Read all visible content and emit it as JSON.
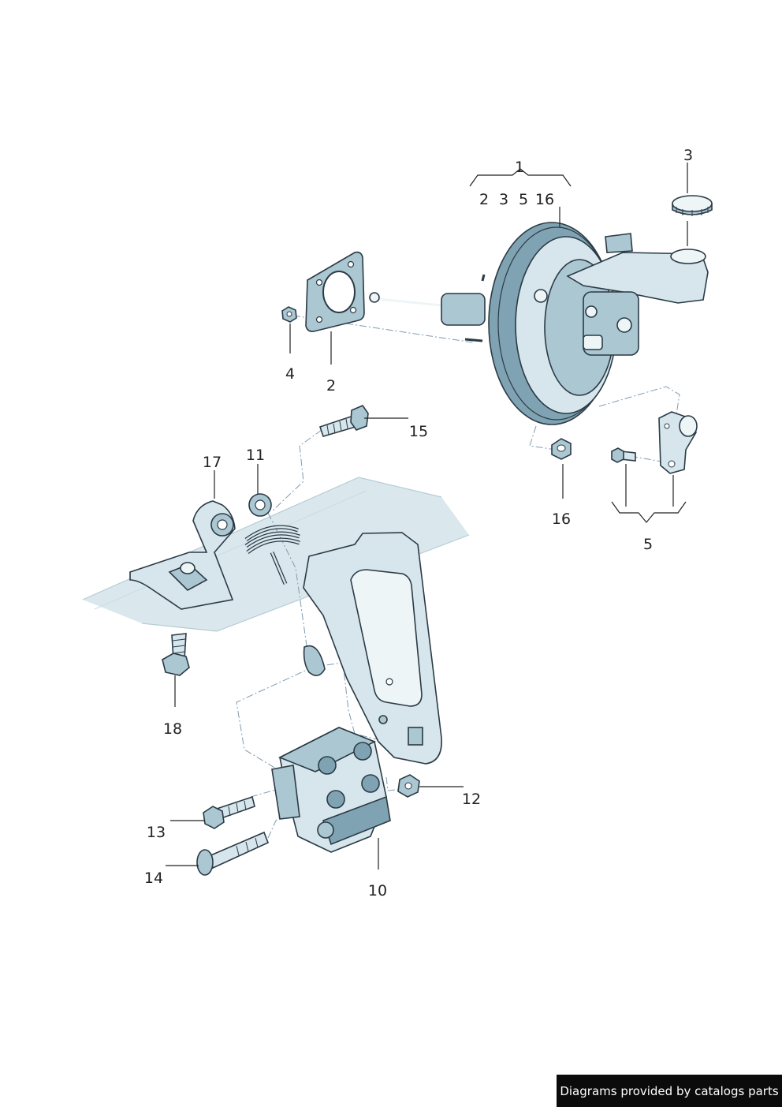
{
  "callouts": {
    "c1": "1",
    "c1_sub_2": "2",
    "c1_sub_3": "3",
    "c1_sub_5": "5",
    "c1_sub_16": "16",
    "c2": "2",
    "c3": "3",
    "c4": "4",
    "c5": "5",
    "c10": "10",
    "c11": "11",
    "c12": "12",
    "c13": "13",
    "c14": "14",
    "c15": "15",
    "c16": "16",
    "c17": "17",
    "c18": "18"
  },
  "parts": {
    "brake_booster": "brake-booster-icon",
    "reservoir_cap": "reservoir-cap-icon",
    "gasket": "gasket-icon",
    "nut": "nut-icon",
    "bracket": "bracket-icon",
    "bolt": "bolt-icon",
    "spring": "spring-icon",
    "pedal_bracket": "pedal-bracket-icon",
    "sensor_block": "sensor-block-icon"
  },
  "colors": {
    "part_fill": "#d6e6ec",
    "part_shade": "#aac7d2",
    "outline": "#2b3a45",
    "leader": "#7f9bb0"
  },
  "credit": "Diagrams provided by catalogs parts"
}
